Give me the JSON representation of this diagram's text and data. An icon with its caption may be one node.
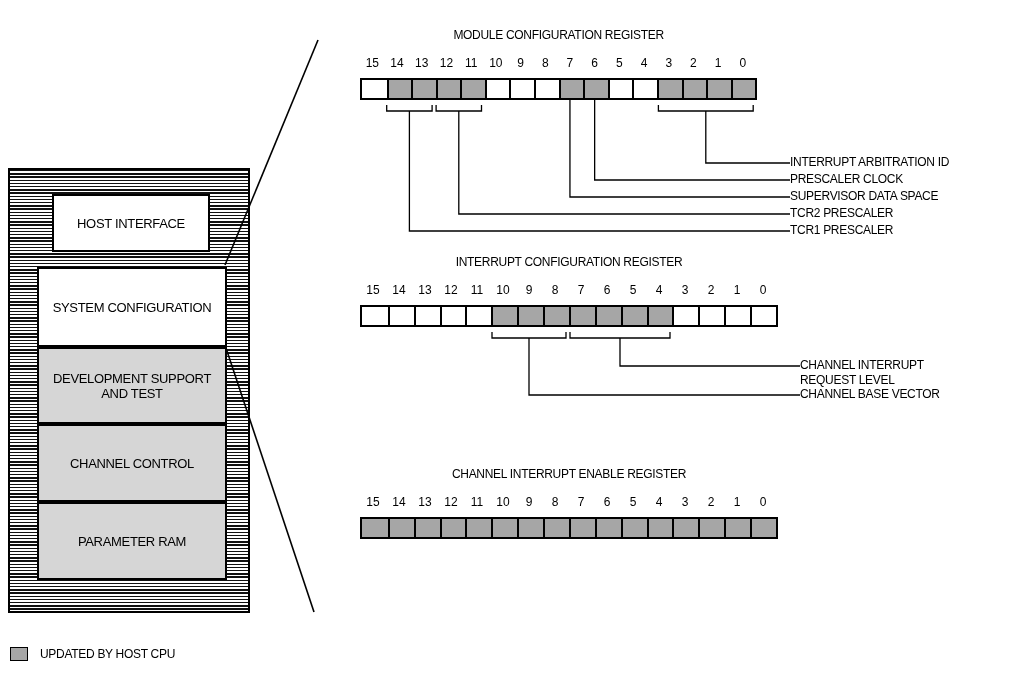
{
  "diagram": {
    "nodes": [
      {
        "text": [],
        "shape": "box"
      },
      {
        "text": [
          "HOST INTERFACE"
        ],
        "in": 0
      },
      {
        "text": [
          "SYSTEM CONFIGURATION"
        ],
        "in": 0
      },
      {
        "text": [
          "DEVELOPMENT SUPPORT AND TEST"
        ],
        "in": 0
      },
      {
        "text": [
          "CHANNEL CONTROL"
        ],
        "in": 0
      },
      {
        "text": [
          "PARAMETER RAM"
        ],
        "in": 0
      },
      {
        "text": [
          "MODULE CONFIGURATION REGISTER"
        ]
      },
      {
        "text": [
          "INTERRUPT ARBITRATION ID"
        ]
      },
      {
        "text": [
          "PRESCALER CLOCK"
        ]
      },
      {
        "text": [
          "SUPERVISOR DATA SPACE"
        ]
      },
      {
        "text": [
          "TCR2 PRESCALER"
        ]
      },
      {
        "text": [
          "TCR1 PRESCALER"
        ]
      },
      {
        "text": [
          "INTERRUPT CONFIGURATION REGISTER"
        ]
      },
      {
        "text": [
          "CHANNEL INTERRUPT REQUEST LEVEL"
        ]
      },
      {
        "text": [
          "CHANNEL BASE VECTOR"
        ]
      },
      {
        "text": [
          "CHANNEL INTERRUPT ENABLE REGISTER"
        ]
      }
    ],
    "edges": [
      {
        "from": 2,
        "to": null,
        "arrow": "none"
      },
      {
        "from": 2,
        "to": null,
        "arrow": "none"
      },
      {
        "from": 7,
        "to": 6,
        "arrow": "none"
      },
      {
        "from": 8,
        "to": 6,
        "arrow": "none"
      },
      {
        "from": 9,
        "to": 6,
        "arrow": "none"
      },
      {
        "from": 10,
        "to": 6,
        "arrow": "none"
      },
      {
        "from": 11,
        "to": 6,
        "arrow": "none"
      },
      {
        "from": 13,
        "to": 12,
        "arrow": "none"
      },
      {
        "from": 14,
        "to": 12,
        "arrow": "none"
      }
    ],
    "labels": [
      "15",
      "14",
      "13",
      "12",
      "11",
      "10",
      "9",
      "8",
      "7",
      "6",
      "5",
      "4",
      "3",
      "2",
      "1",
      "0",
      "15",
      "14",
      "13",
      "12",
      "11",
      "10",
      "9",
      "8",
      "7",
      "6",
      "5",
      "4",
      "3",
      "2",
      "1",
      "0",
      "15",
      "14",
      "13",
      "12",
      "11",
      "10",
      "9",
      "8",
      "7",
      "6",
      "5",
      "4",
      "3",
      "2",
      "1",
      "0"
    ],
    "legend": [
      {
        "text": "UPDATED BY HOST CPU"
      }
    ]
  }
}
